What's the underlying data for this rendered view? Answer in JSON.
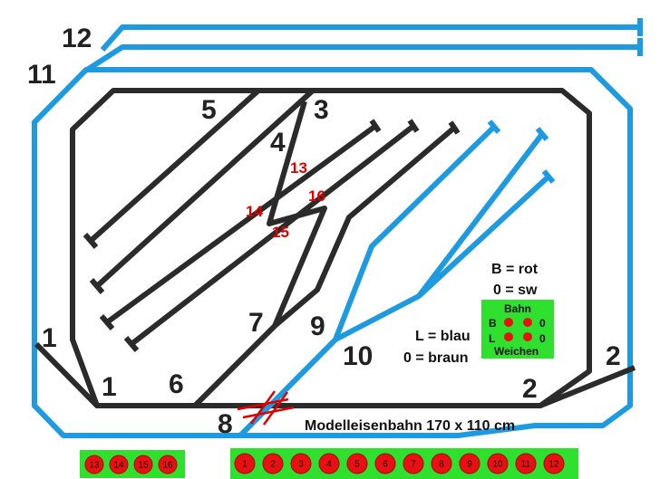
{
  "colors": {
    "black_track": "#2b2b2b",
    "blue_track": "#1e9be0",
    "red": "#e00000",
    "green_box": "#2fe02f",
    "button_fill": "#e81010",
    "button_stroke": "#b00000"
  },
  "labels": {
    "track_1_left": "1",
    "track_1_switch": "1",
    "track_2_right": "2",
    "track_2_switch": "2",
    "track_3": "3",
    "track_4": "4",
    "track_5": "5",
    "track_6": "6",
    "track_7": "7",
    "track_8": "8",
    "track_9": "9",
    "track_10": "10",
    "track_11": "11",
    "track_12": "12",
    "switch_13": "13",
    "switch_14": "14",
    "switch_15": "15",
    "switch_16": "16"
  },
  "legend": {
    "b_rot": "B = rot",
    "zero_sw": "0 = sw",
    "l_blau": "L = blau",
    "zero_braun": "0 = braun"
  },
  "title": "Modelleisenbahn 170 x 110 cm",
  "control_box": {
    "top_label": "Bahn",
    "bottom_label": "Weichen",
    "row1_left": "B",
    "row1_right": "0",
    "row2_left": "L",
    "row2_right": "0"
  },
  "left_buttons": [
    "13",
    "14",
    "15",
    "16"
  ],
  "right_buttons": [
    "1",
    "2",
    "3",
    "4",
    "5",
    "6",
    "7",
    "8",
    "9",
    "10",
    "11",
    "12"
  ]
}
